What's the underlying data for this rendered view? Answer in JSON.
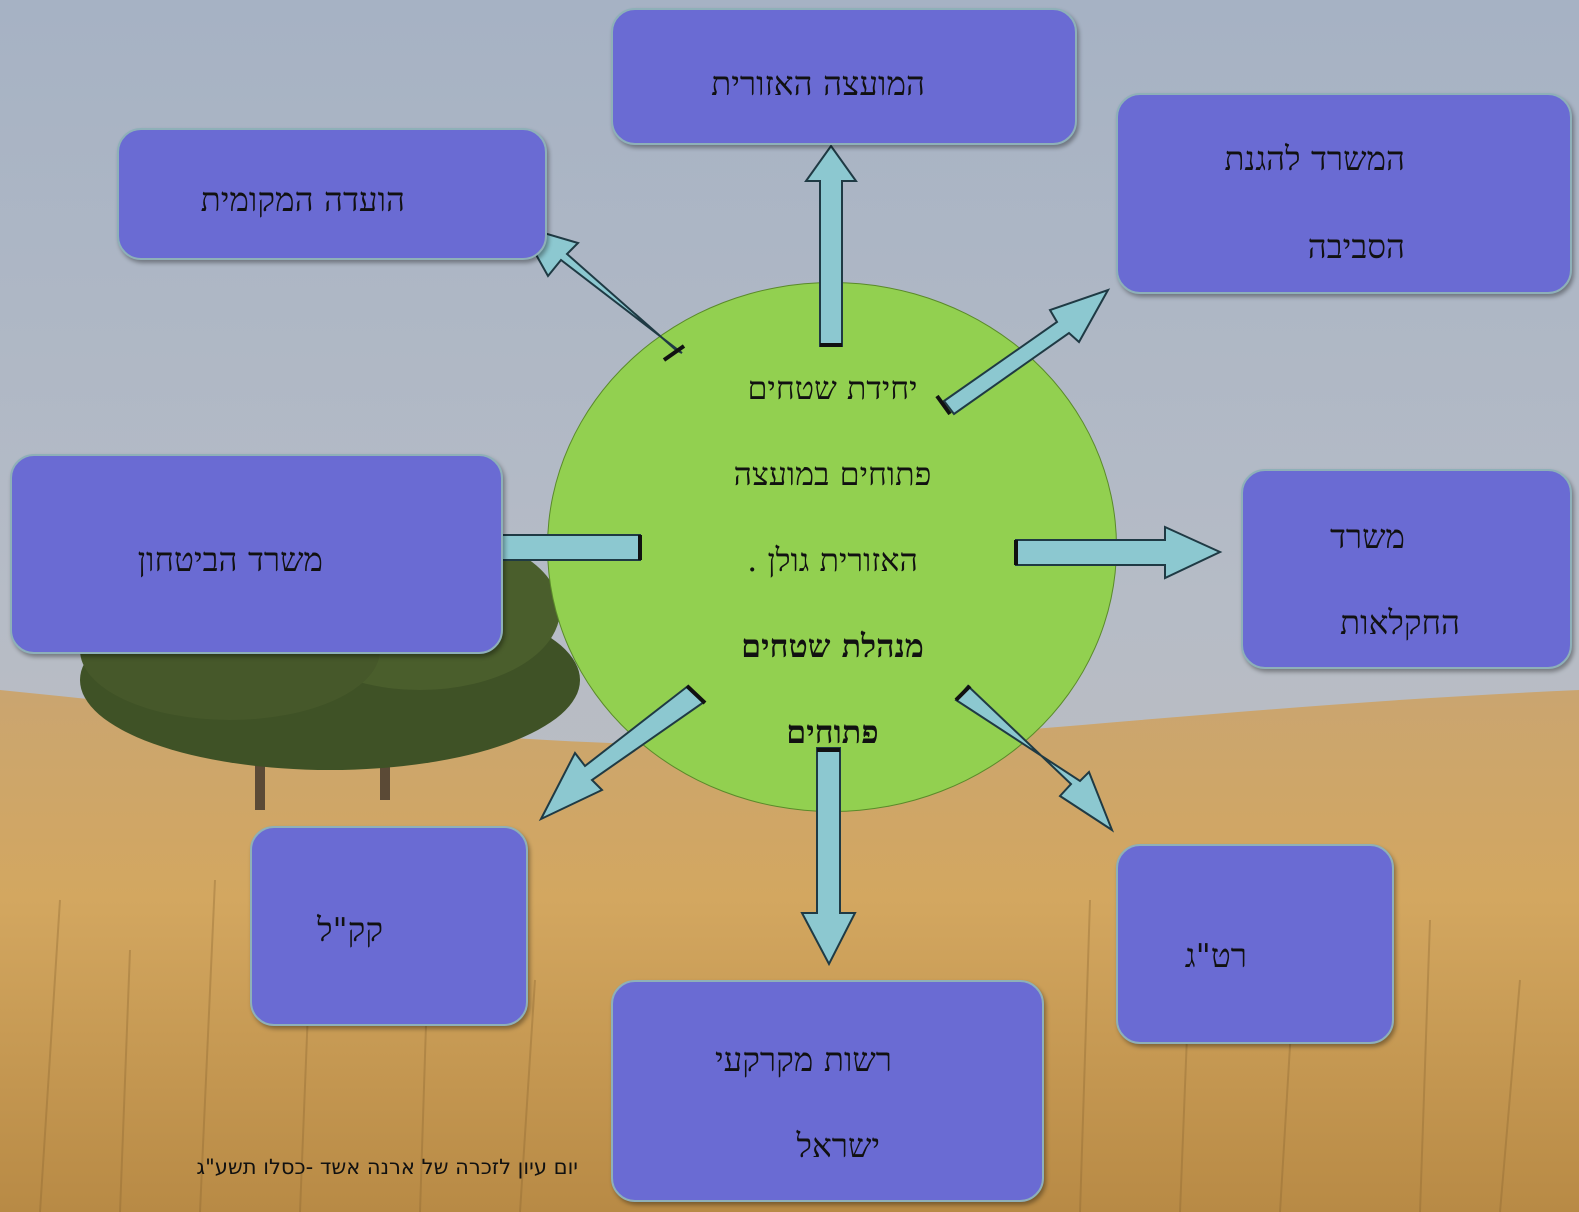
{
  "center": {
    "line1": "יחידת שטחים",
    "line2": "פתוחים במועצה",
    "line3": "האזורית גולן .",
    "line4": "מנהלת שטחים",
    "line5": "פתוחים"
  },
  "boxes": {
    "regional_council": "המועצה האזורית",
    "local_committee": "הועדה המקומית",
    "environment_line1": "המשרד להגנת",
    "environment_line2": "הסביבה",
    "defense": "משרד הביטחון",
    "agriculture_line1": "משרד",
    "agriculture_line2": "החקלאות",
    "kkl": "קק\"ל",
    "ratag": "רט\"ג",
    "ila_line1": "רשות מקרקעי",
    "ila_line2": "ישראל"
  },
  "footer": "יום עיון לזכרה של ארנה אשד -כסלו תשע\"ג",
  "colors": {
    "circle": "#92d050",
    "box": "#6a6bd3",
    "arrow": "#8cc8d0"
  }
}
